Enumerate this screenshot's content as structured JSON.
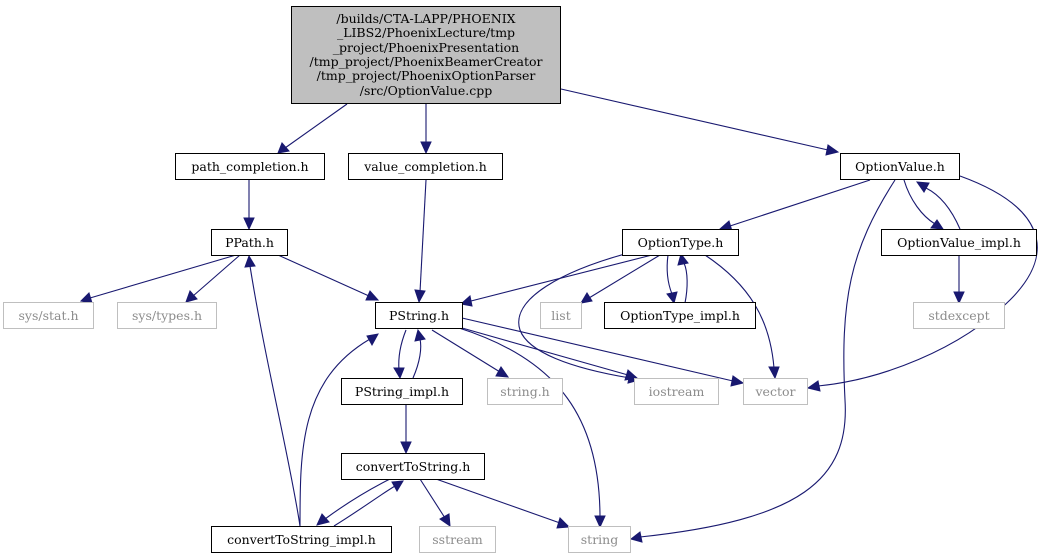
{
  "colors": {
    "edge": "#191970",
    "root_fill": "#bfbfbf",
    "node_border": "#000000",
    "external_border": "#bfbfbf",
    "external_text": "#8c8c8c"
  },
  "nodes": {
    "root": {
      "lines": [
        "/builds/CTA-LAPP/PHOENIX",
        "_LIBS2/PhoenixLecture/tmp",
        "_project/PhoenixPresentation",
        "/tmp_project/PhoenixBeamerCreator",
        "/tmp_project/PhoenixOptionParser",
        "/src/OptionValue.cpp"
      ]
    },
    "path_completion": "path_completion.h",
    "value_completion": "value_completion.h",
    "optionvalue": "OptionValue.h",
    "ppath": "PPath.h",
    "optiontype": "OptionType.h",
    "optionvalue_impl": "OptionValue_impl.h",
    "sys_stat": "sys/stat.h",
    "sys_types": "sys/types.h",
    "pstring": "PString.h",
    "list": "list",
    "optiontype_impl": "OptionType_impl.h",
    "stdexcept": "stdexcept",
    "pstring_impl": "PString_impl.h",
    "string_h": "string.h",
    "iostream": "iostream",
    "vector": "vector",
    "converttostring": "convertToString.h",
    "converttostring_impl": "convertToString_impl.h",
    "sstream": "sstream",
    "string": "string"
  }
}
